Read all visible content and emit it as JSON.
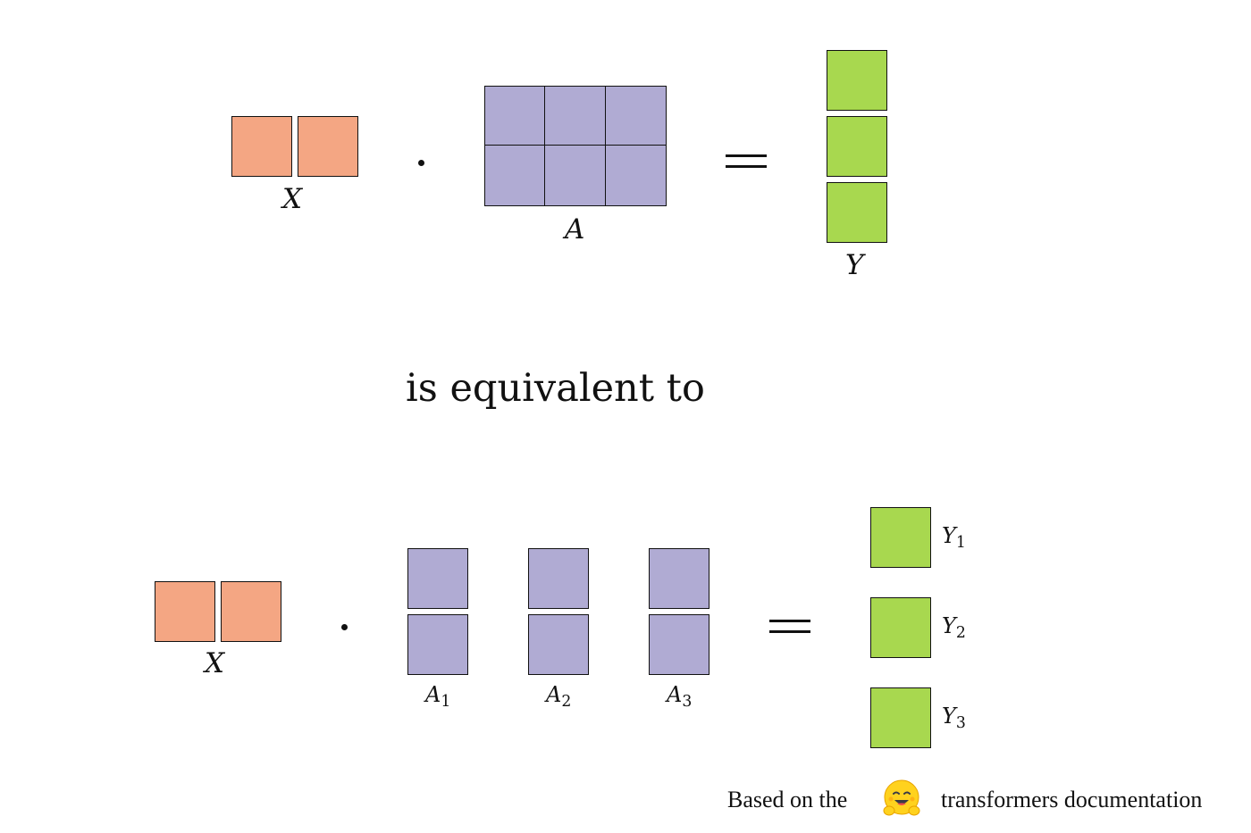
{
  "top": {
    "x_label": "X",
    "a_label": "A",
    "y_label": "Y"
  },
  "middle": {
    "phrase": "is equivalent to"
  },
  "bottom": {
    "x_label": "X",
    "a_blocks": [
      {
        "base": "A",
        "sub": "1"
      },
      {
        "base": "A",
        "sub": "2"
      },
      {
        "base": "A",
        "sub": "3"
      }
    ],
    "y_blocks": [
      {
        "base": "Y",
        "sub": "1"
      },
      {
        "base": "Y",
        "sub": "2"
      },
      {
        "base": "Y",
        "sub": "3"
      }
    ]
  },
  "footer": {
    "prefix": "Based on the",
    "suffix": "transformers documentation",
    "logo_icon": "hugging-face-emoji-icon"
  },
  "colors": {
    "x_matrix": "#f4a683",
    "a_matrix": "#b0abd3",
    "y_matrix": "#a8d84f"
  }
}
